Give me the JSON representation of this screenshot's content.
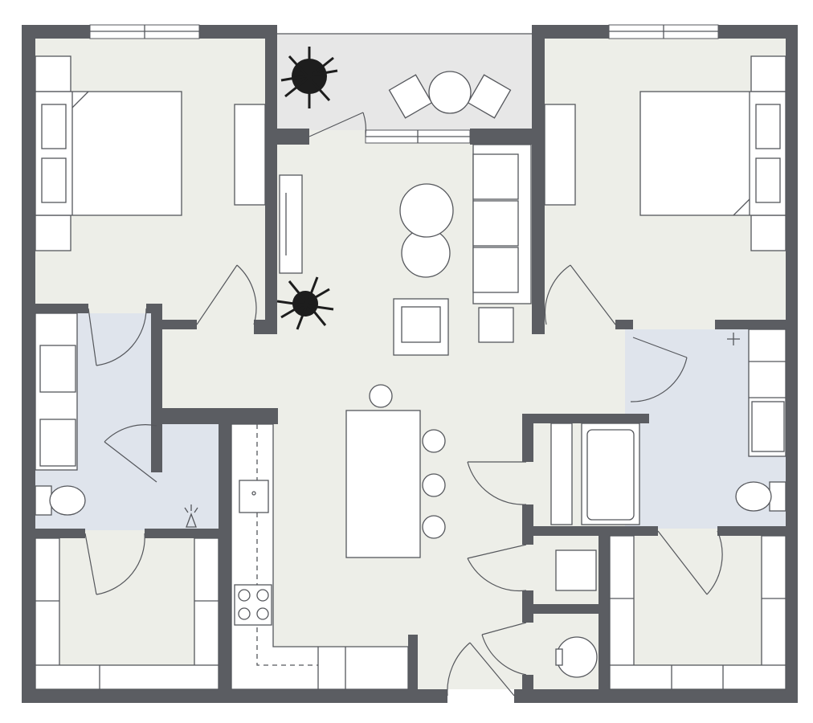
{
  "colors": {
    "wall": "#5b5d62",
    "floor": "#edeee8",
    "bathroom_floor": "#dfe4ec",
    "balcony_floor": "#e7e7e7",
    "furniture": "#ffffff",
    "plant": "#1d1d1d"
  },
  "rooms": [
    "bedroom-left",
    "bedroom-right",
    "balcony",
    "living-room",
    "kitchen",
    "bathroom-left",
    "bathroom-right",
    "closet-left",
    "closet-right",
    "laundry",
    "powder-room"
  ],
  "furniture": [
    "bed",
    "nightstand",
    "wardrobe",
    "sofa",
    "armchair",
    "coffee-table",
    "tv-console",
    "kitchen-island",
    "bar-stool",
    "stove",
    "sink",
    "toilet",
    "bathtub",
    "vanity",
    "plant",
    "patio-table",
    "patio-chair"
  ]
}
